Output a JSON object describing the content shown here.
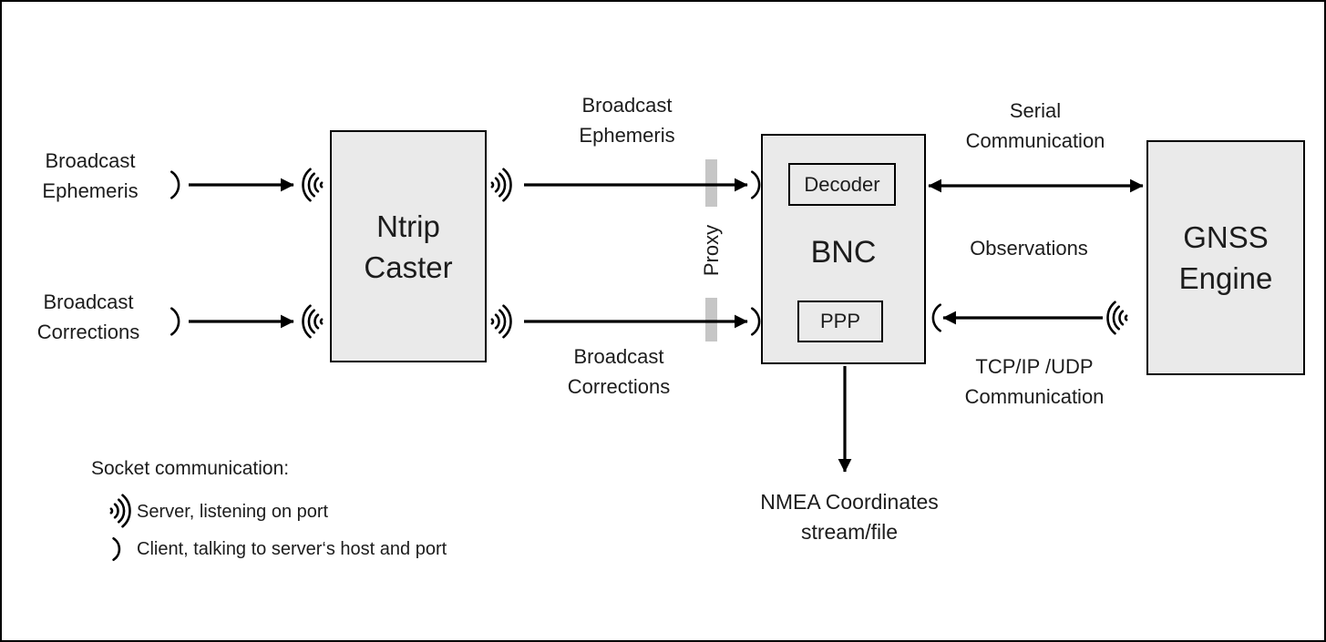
{
  "diagram": {
    "nodes": {
      "ntrip_caster": {
        "label": "Ntrip\nCaster"
      },
      "bnc": {
        "label": "BNC",
        "modules": {
          "decoder": "Decoder",
          "ppp": "PPP"
        }
      },
      "gnss_engine": {
        "label": "GNSS\nEngine"
      }
    },
    "edge_labels": {
      "broadcast_ephemeris_input": "Broadcast\nEphemeris",
      "broadcast_corrections_input": "Broadcast\nCorrections",
      "broadcast_ephemeris_stream": "Broadcast\nEphemeris",
      "broadcast_corrections_stream": "Broadcast\nCorrections",
      "serial_communication": "Serial\nCommunication",
      "observations": "Observations",
      "tcp_udp_communication": "TCP/IP /UDP\nCommunication",
      "nmea_output": "NMEA Coordinates\nstream/file",
      "proxy": "Proxy"
    },
    "legend": {
      "title": "Socket communication:",
      "server_item": "Server, listening on port",
      "client_item": "Client, talking to server‘s host and port"
    },
    "colors": {
      "node_fill": "#eaeaea",
      "node_border": "#000000",
      "proxy_bar": "#c6c6c6",
      "connector": "#000000",
      "text": "#1c1c1c"
    }
  }
}
